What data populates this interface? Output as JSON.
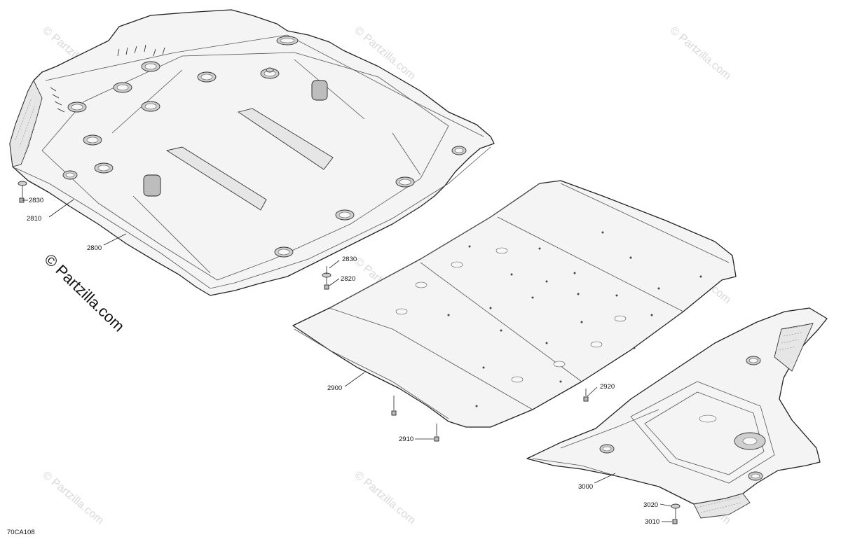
{
  "diagram": {
    "drawing_code": "70CA108",
    "watermark_main": "© Partzilla.com",
    "watermark_tile": "© Partzilla.com",
    "callouts": [
      {
        "id": "2830a",
        "label": "2830"
      },
      {
        "id": "2810",
        "label": "2810"
      },
      {
        "id": "2800",
        "label": "2800"
      },
      {
        "id": "2830b",
        "label": "2830"
      },
      {
        "id": "2820",
        "label": "2820"
      },
      {
        "id": "2900",
        "label": "2900"
      },
      {
        "id": "2910",
        "label": "2910"
      },
      {
        "id": "2920",
        "label": "2920"
      },
      {
        "id": "3000",
        "label": "3000"
      },
      {
        "id": "3020",
        "label": "3020"
      },
      {
        "id": "3010",
        "label": "3010"
      }
    ]
  }
}
